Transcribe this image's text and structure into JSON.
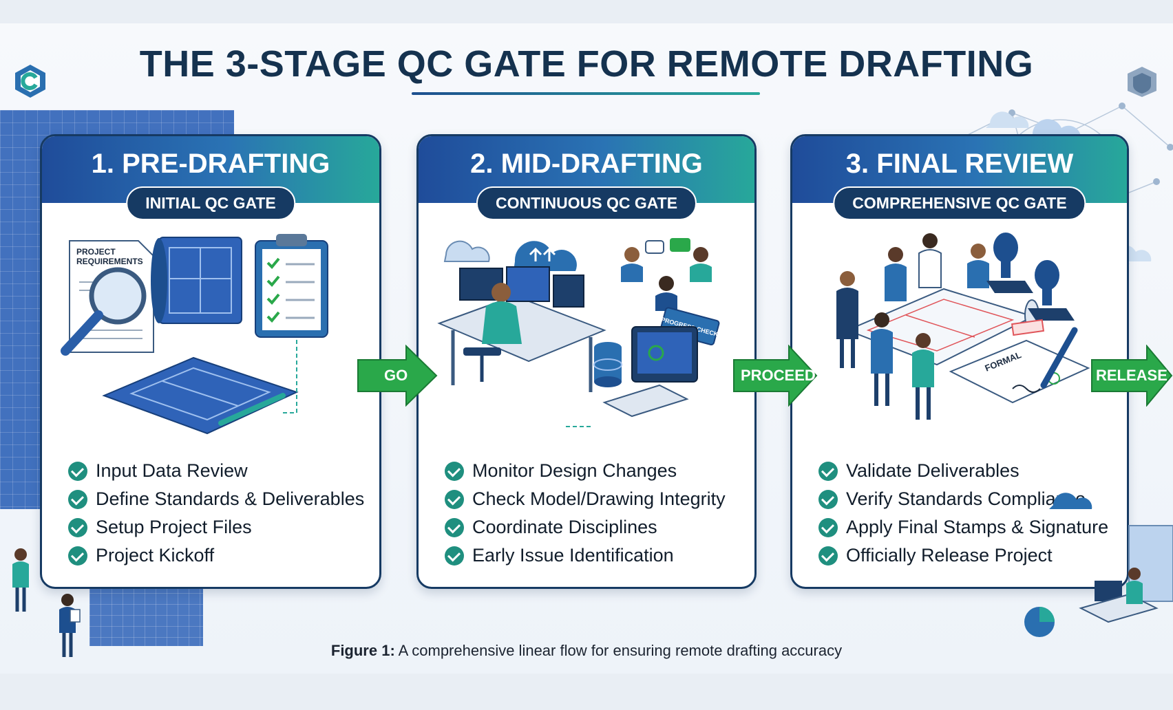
{
  "title": "THE 3-STAGE QC GATE FOR REMOTE DRAFTING",
  "stages": [
    {
      "title": "1. PRE-DRAFTING",
      "gate": "INITIAL QC GATE",
      "doc_label_1": "PROJECT",
      "doc_label_2": "REQUIREMENTS",
      "items": [
        "Input Data Review",
        "Define Standards & Deliverables",
        "Setup Project Files",
        "Project Kickoff"
      ]
    },
    {
      "title": "2. MID-DRAFTING",
      "gate": "CONTINUOUS QC GATE",
      "sign_label": "PROGRESS CHECK",
      "items": [
        "Monitor Design Changes",
        "Check Model/Drawing Integrity",
        "Coordinate Disciplines",
        "Early Issue Identification"
      ]
    },
    {
      "title": "3. FINAL REVIEW",
      "gate": "COMPREHENSIVE QC GATE",
      "doc_label": "FORMAL",
      "items": [
        "Validate Deliverables",
        "Verify Standards Compliance",
        "Apply Final Stamps & Signature",
        "Officially Release Project"
      ]
    }
  ],
  "arrows": [
    "GO",
    "PROCEED",
    "RELEASE"
  ],
  "caption": {
    "label": "Figure 1:",
    "text": " A comprehensive linear flow for ensuring remote drafting accuracy"
  },
  "colors": {
    "navy": "#163a63",
    "header_start": "#1f4c9a",
    "header_end": "#27a89a",
    "arrow_green": "#2aa84a",
    "check_teal": "#1f8f7f"
  }
}
